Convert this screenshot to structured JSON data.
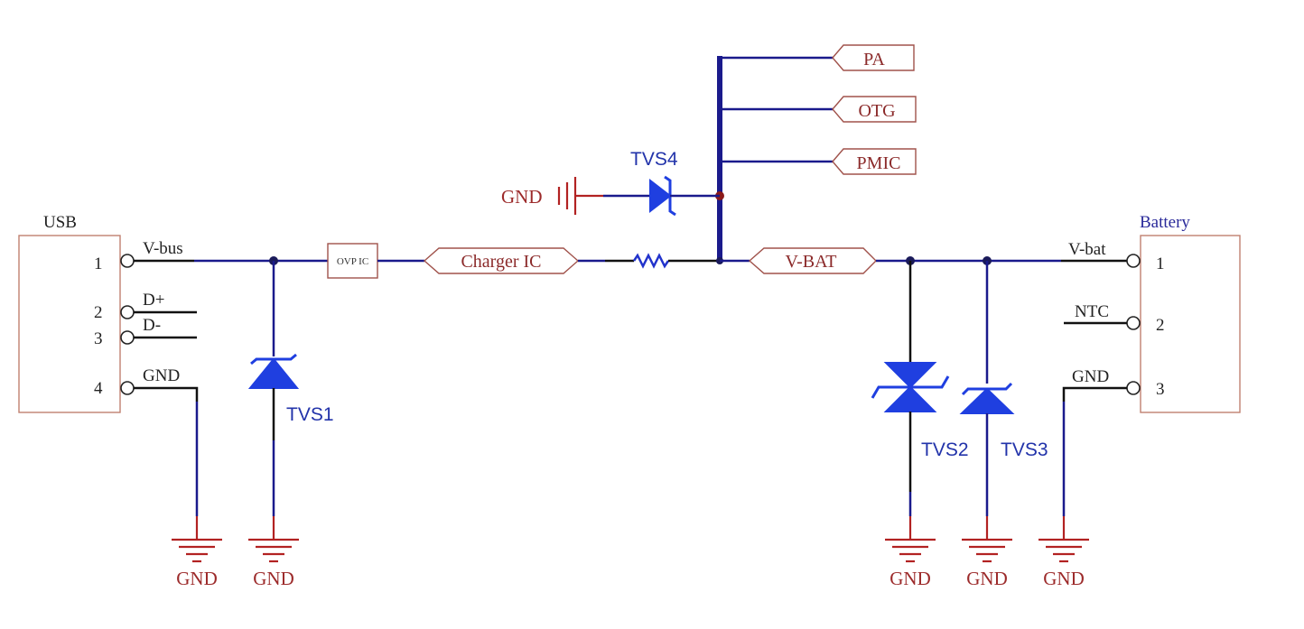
{
  "usb": {
    "title": "USB",
    "pins": [
      {
        "num": "1",
        "net": "V-bus"
      },
      {
        "num": "2",
        "net": "D+"
      },
      {
        "num": "3",
        "net": "D-"
      },
      {
        "num": "4",
        "net": "GND"
      }
    ]
  },
  "battery": {
    "title": "Battery",
    "pins": [
      {
        "num": "1",
        "net": "V-bat"
      },
      {
        "num": "2",
        "net": "NTC"
      },
      {
        "num": "3",
        "net": "GND"
      }
    ]
  },
  "ovp": {
    "label": "OVP IC"
  },
  "ports": {
    "charger": "Charger IC",
    "vbat": "V-BAT",
    "pa": "PA",
    "otg": "OTG",
    "pmic": "PMIC"
  },
  "tvs": {
    "tvs1": "TVS1",
    "tvs2": "TVS2",
    "tvs3": "TVS3",
    "tvs4": "TVS4"
  },
  "gnd": {
    "label": "GND",
    "tvs4_gnd": "GND"
  },
  "colors": {
    "wire": "#1a1a8c",
    "tvs": "#1f3fe0",
    "ground": "#b22222",
    "port_border": "#a0524b"
  }
}
